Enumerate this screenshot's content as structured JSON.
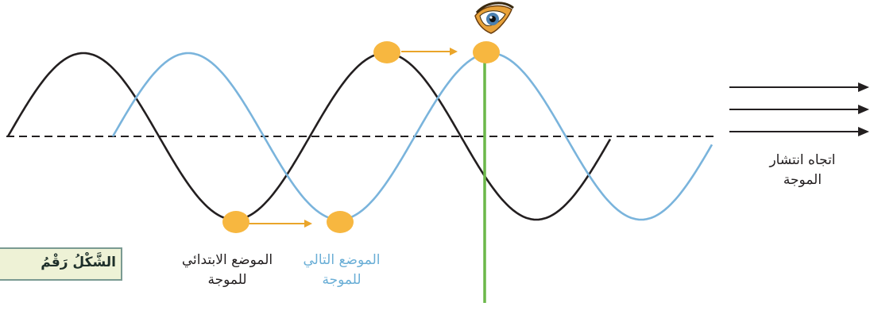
{
  "diagram": {
    "direction_label_line1": "اتجاه انتشار",
    "direction_label_line2": "الموجة",
    "initial_label_line1": "الموضع الابتدائي",
    "initial_label_line2": "للموجة",
    "next_label_line1": "الموضع التالي",
    "next_label_line2": "للموجة",
    "caption": "الشَّكْلُ رَقْمُ"
  },
  "colors": {
    "initial_wave": "#231f20",
    "next_wave": "#7ab4dc",
    "marker": "#f7b740",
    "arrow_orange": "#eaa52a",
    "observer_line": "#6cb84a",
    "caption_bg": "#eef2d6"
  },
  "icons": [
    "eye-icon",
    "arrow-right-icon"
  ]
}
